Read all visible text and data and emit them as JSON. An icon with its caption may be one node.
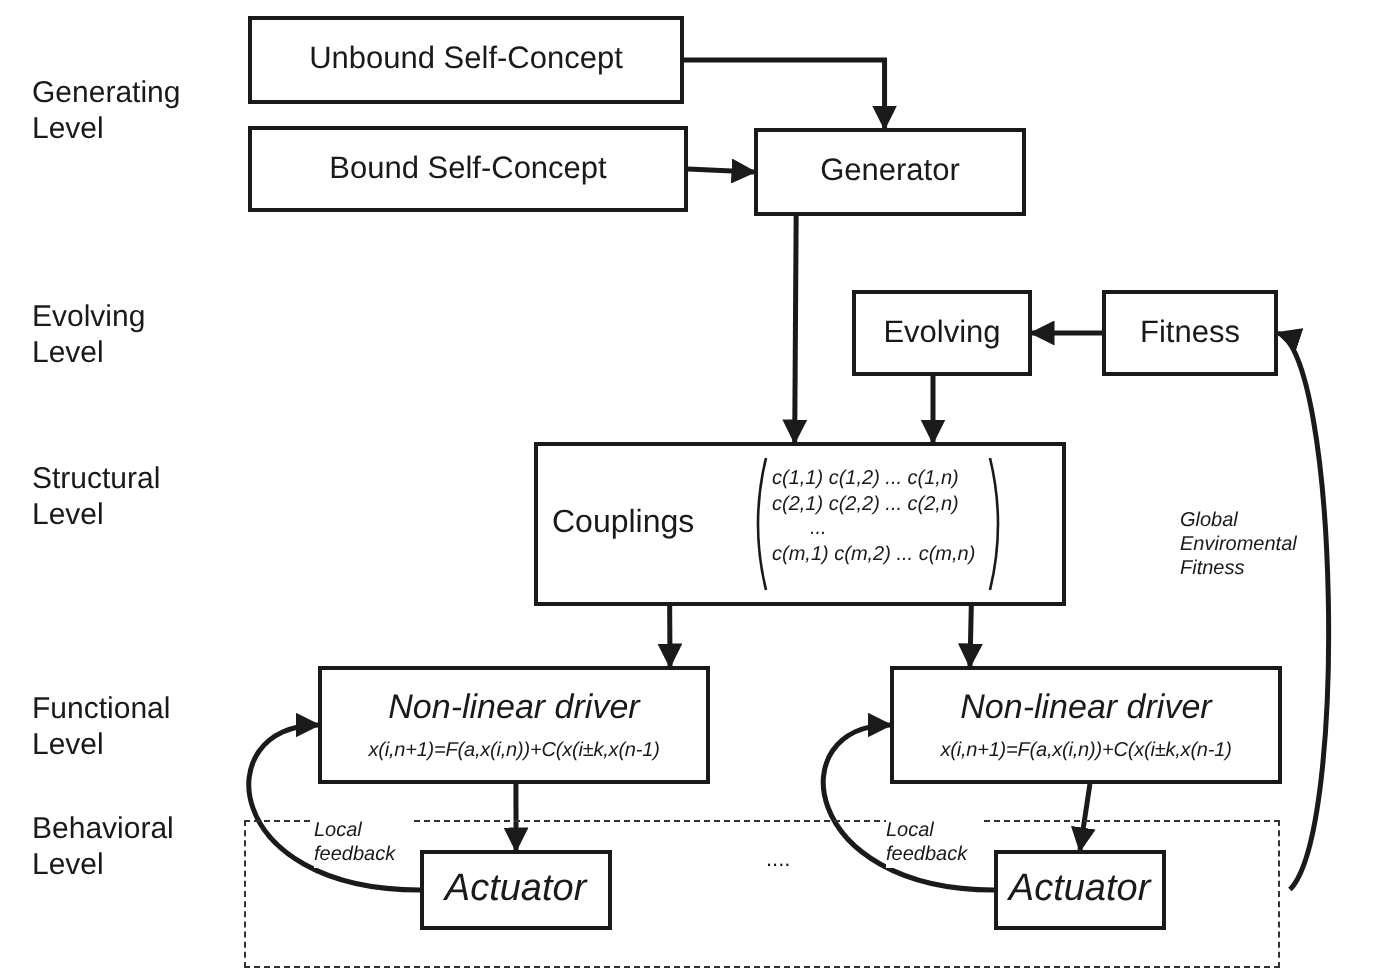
{
  "diagram": {
    "nodes": [
      {
        "text": [
          "Unbound Self-Concept"
        ]
      },
      {
        "text": [
          "Bound Self-Concept"
        ]
      },
      {
        "text": [
          "Generator"
        ]
      },
      {
        "text": [
          "Evolving"
        ]
      },
      {
        "text": [
          "Fitness"
        ]
      },
      {
        "text": [
          "Couplings",
          "c(1,1) c(1,2) ... c(1,n)",
          "c(2,1) c(2,2) ... c(2,n)",
          "...",
          "c(m,1) c(m,2) ... c(m,n)"
        ]
      },
      {
        "text": [
          "Non-linear driver",
          "x(i,n+1)=F(a,x(i,n))+C(x(i±k,x(n-1)"
        ]
      },
      {
        "text": [
          "Non-linear driver",
          "x(i,n+1)=F(a,x(i,n))+C(x(i±k,x(n-1)"
        ]
      },
      {
        "text": [],
        "shape": "box"
      },
      {
        "text": [
          "Actuator"
        ],
        "in": 8
      },
      {
        "text": [
          "Actuator"
        ],
        "in": 8
      }
    ],
    "edges": [
      {
        "from": 0,
        "to": 2,
        "arrow": "to"
      },
      {
        "from": 1,
        "to": 2,
        "arrow": "to"
      },
      {
        "from": 2,
        "to": 5,
        "arrow": "to"
      },
      {
        "from": 3,
        "to": 5,
        "arrow": "to"
      },
      {
        "from": 4,
        "to": 3,
        "arrow": "to"
      },
      {
        "from": 5,
        "to": 6,
        "arrow": "to"
      },
      {
        "from": 5,
        "to": 7,
        "arrow": "to"
      },
      {
        "from": 6,
        "to": 9,
        "arrow": "to"
      },
      {
        "from": 7,
        "to": 10,
        "arrow": "to"
      },
      {
        "from": 9,
        "to": 6,
        "arrow": "to",
        "label": "Local feedback"
      },
      {
        "from": 10,
        "to": 7,
        "arrow": "to",
        "label": "Local feedback"
      },
      {
        "from": 8,
        "to": 4,
        "arrow": "to",
        "label": "Global Enviromental Fitness"
      }
    ],
    "labels": [
      "Generating Level",
      "Evolving Level",
      "Structural Level",
      "Functional Level",
      "Behavioral Level",
      "...."
    ]
  }
}
